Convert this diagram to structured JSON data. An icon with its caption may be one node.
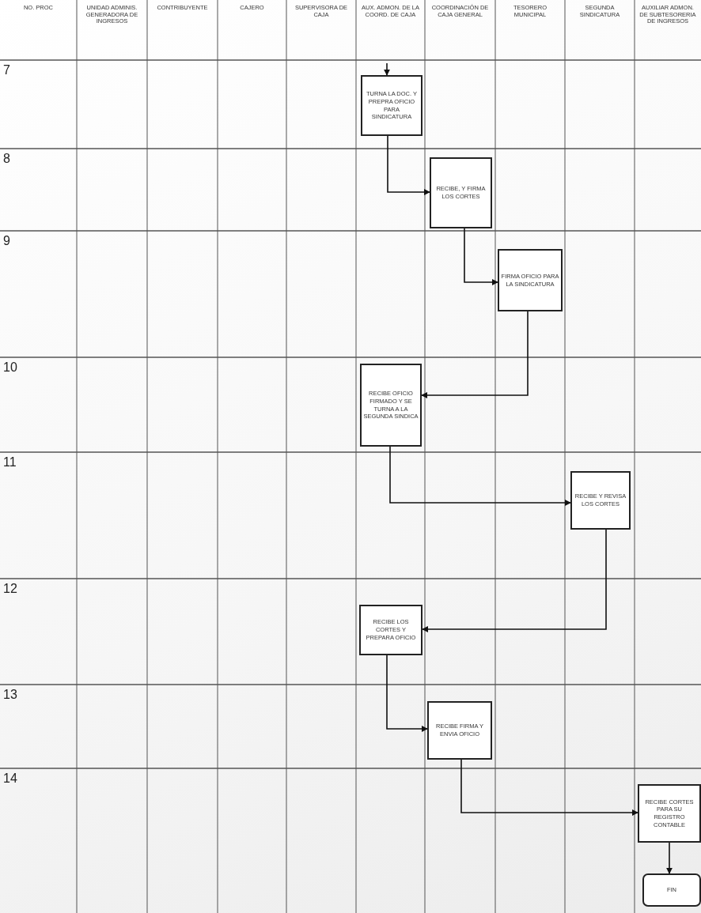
{
  "diagram": {
    "nodes": [
      {
        "text": [
          "TURNA LA DOC. Y PREPRA OFICIO PARA SINDICATURA"
        ]
      },
      {
        "text": [
          "RECIBE, Y FIRMA LOS CORTES"
        ]
      },
      {
        "text": [
          "FIRMA OFICIO PARA LA SINDICATURA"
        ]
      },
      {
        "text": [
          "RECIBE OFICIO FIRMADO Y SE TURNA A LA SEGUNDA SINDICA"
        ]
      },
      {
        "text": [
          "RECIBE Y REVISA LOS CORTES"
        ]
      },
      {
        "text": [
          "RECIBE LOS CORTES Y PREPARA OFICIO"
        ]
      },
      {
        "text": [
          "RECIBE FIRMA Y ENVIA OFICIO"
        ]
      },
      {
        "text": [
          "RECIBE CORTES PARA SU REGISTRO CONTABLE"
        ]
      },
      {
        "text": [
          "FIN"
        ]
      }
    ],
    "edges": [
      {
        "from": null,
        "to": 0,
        "arrow": "to"
      },
      {
        "from": 0,
        "to": 1,
        "arrow": "to"
      },
      {
        "from": 1,
        "to": 2,
        "arrow": "to"
      },
      {
        "from": 2,
        "to": 3,
        "arrow": "to"
      },
      {
        "from": 3,
        "to": 4,
        "arrow": "to"
      },
      {
        "from": 4,
        "to": 5,
        "arrow": "to"
      },
      {
        "from": 5,
        "to": 6,
        "arrow": "to"
      },
      {
        "from": 6,
        "to": 7,
        "arrow": "to"
      },
      {
        "from": 7,
        "to": 8,
        "arrow": "to"
      }
    ],
    "labels": [
      "NO. PROC",
      "UNIDAD ADMINIS. GENERADORA DE INGRESOS",
      "CONTRIBUYENTE",
      "CAJERO",
      "SUPERVISORA DE CAJA",
      "AUX. ADMON. DE LA COORD. DE CAJA",
      "COORDINACIÓN DE CAJA GENERAL",
      "TESORERO MUNICIPAL",
      "SEGUNDA SINDICATURA",
      "AUXILIAR ADMON. DE SUBTESORERIA DE INGRESOS",
      "7",
      "8",
      "9",
      "10",
      "11",
      "12",
      "13",
      "14"
    ]
  }
}
